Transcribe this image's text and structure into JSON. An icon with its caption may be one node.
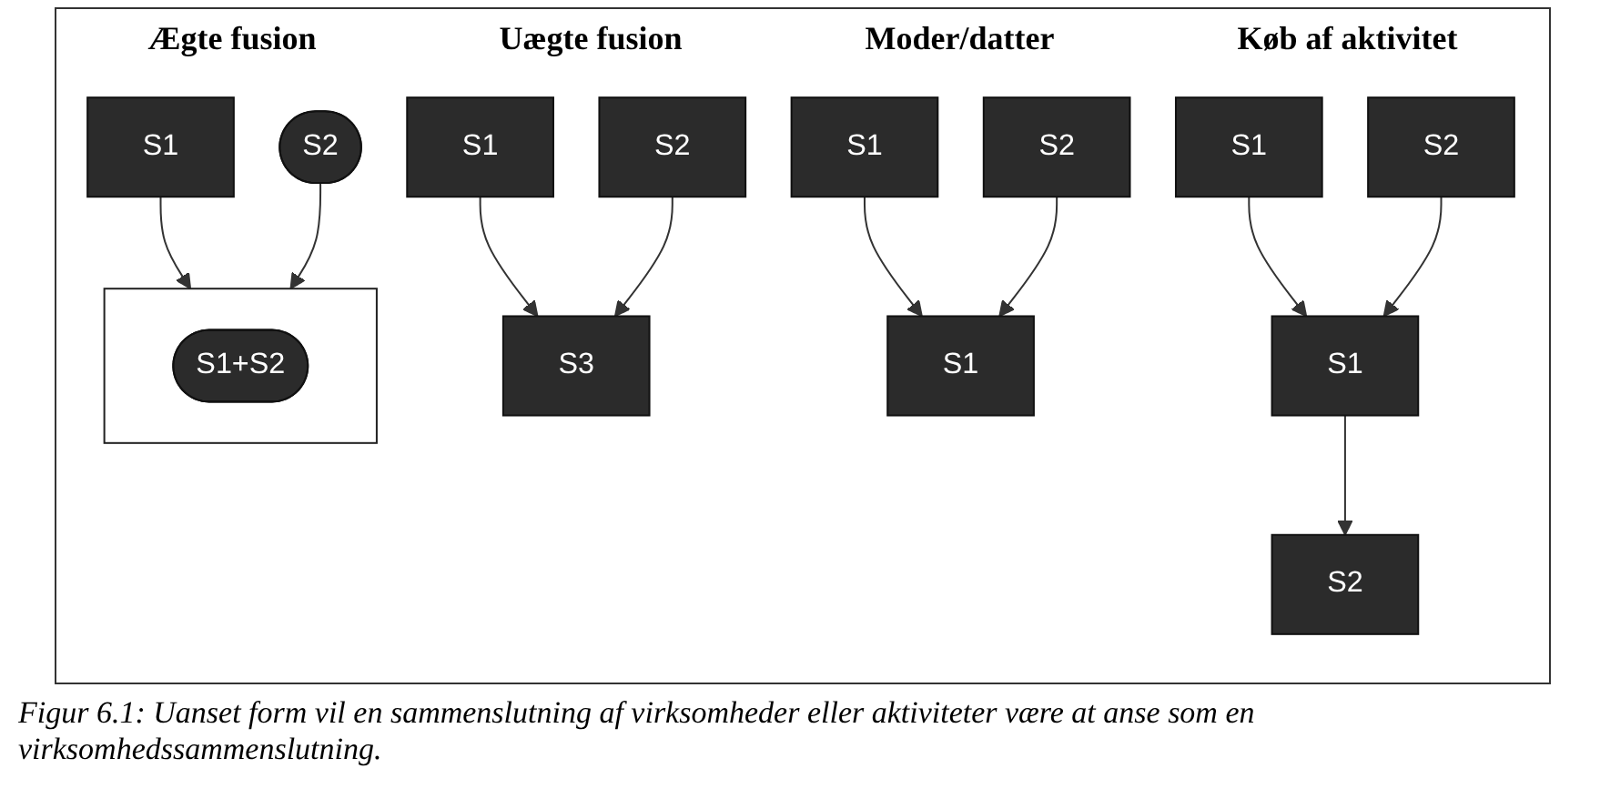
{
  "diagram": {
    "caption": "Figur 6.1: Uanset form vil en sammenslutning af virksomheder eller aktiviteter være at anse som en virksomhedssammenslutning.",
    "nodes": [
      {
        "text": [
          "S1"
        ]
      },
      {
        "text": [
          "S2"
        ]
      },
      {
        "text": [
          "S1"
        ]
      },
      {
        "text": [
          "S2"
        ]
      },
      {
        "text": [
          "S1"
        ]
      },
      {
        "text": [
          "S2"
        ]
      },
      {
        "text": [
          "S1"
        ]
      },
      {
        "text": [
          "S2"
        ]
      },
      {
        "text": [
          "S3"
        ]
      },
      {
        "text": [
          "S1"
        ]
      },
      {
        "text": [
          "S1"
        ]
      },
      {
        "text": [],
        "shape": "box"
      },
      {
        "text": [
          "S1+S2"
        ],
        "in": 11
      },
      {
        "text": [
          "S2"
        ]
      }
    ],
    "edges": [
      {
        "from": 0,
        "to": 8,
        "arrow": "to"
      },
      {
        "from": 1,
        "to": 8,
        "arrow": "to"
      },
      {
        "from": 2,
        "to": 9,
        "arrow": "to"
      },
      {
        "from": 3,
        "to": 9,
        "arrow": "to"
      },
      {
        "from": 4,
        "to": 10,
        "arrow": "to"
      },
      {
        "from": 5,
        "to": 10,
        "arrow": "to"
      },
      {
        "from": 6,
        "to": 11,
        "arrow": "to"
      },
      {
        "from": 7,
        "to": 11,
        "arrow": "to"
      },
      {
        "from": 10,
        "to": 13,
        "arrow": "to"
      }
    ],
    "labels": [
      "Ægte fusion",
      "Uægte fusion",
      "Moder/datter",
      "Køb af aktivitet"
    ]
  }
}
